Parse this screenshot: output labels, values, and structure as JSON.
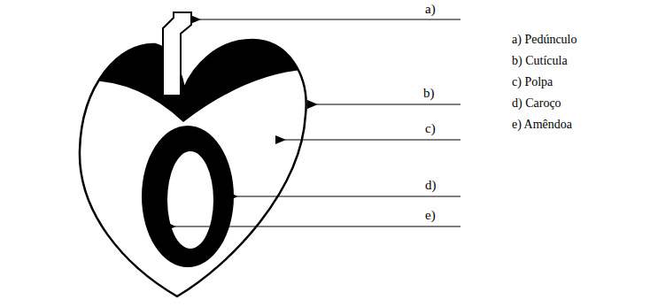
{
  "diagram": {
    "labels": [
      "a)",
      "b)",
      "c)",
      "d)",
      "e)",
      "a) Pedúnculo",
      "b) Cutícula",
      "c) Polpa",
      "d) Caroço",
      "e) Amêndoa"
    ]
  }
}
